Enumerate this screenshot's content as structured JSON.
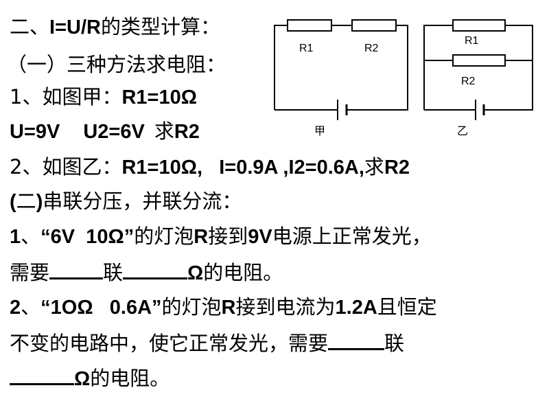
{
  "heading": {
    "prefix": "二、",
    "formula": "I=U/R",
    "suffix": "的类型计算："
  },
  "section1": {
    "title": "（一）三种方法求电阻："
  },
  "problem1": {
    "line1_prefix": "1、如图甲：",
    "line1_value": "R1=10Ω",
    "line2_a": "U=9V",
    "line2_b": "U2=6V",
    "line2_ask": "求",
    "line2_target": "R2"
  },
  "problem2": {
    "prefix": "2、如图乙：",
    "values": "R1=10Ω,   I=0.9A ,I2=0.6A,",
    "ask": "求",
    "target": "R2"
  },
  "section2": {
    "paren_open": "(",
    "text": "二",
    "paren_close": ")",
    "rest": "串联分压，并联分流："
  },
  "q1": {
    "num": "1",
    "sep": "、",
    "quote": "“6V  10Ω”",
    "text1": "的灯泡",
    "r": "R",
    "text2": "接到",
    "voltage": "9V",
    "text3": "电源上正常发光，",
    "line2_need": "需要",
    "line2_join": "联",
    "line2_omega": "Ω",
    "line2_end": "的电阻。"
  },
  "q2": {
    "num": "2",
    "sep": "、",
    "quote": "“1OΩ   0.6A”",
    "text1": "的灯泡",
    "r": "R",
    "text2": "接到电流为",
    "current": "1.2A",
    "text3": "且恒定",
    "line2": "不变的电路中，使它正常发光，需要",
    "line2_join": "联",
    "line3_omega": "Ω",
    "line3_end": "的电阻。"
  },
  "diagram_jia": {
    "r1_label": "R1",
    "r2_label": "R2",
    "caption": "甲"
  },
  "diagram_yi": {
    "r1_label": "R1",
    "r2_label": "R2",
    "caption": "乙"
  }
}
